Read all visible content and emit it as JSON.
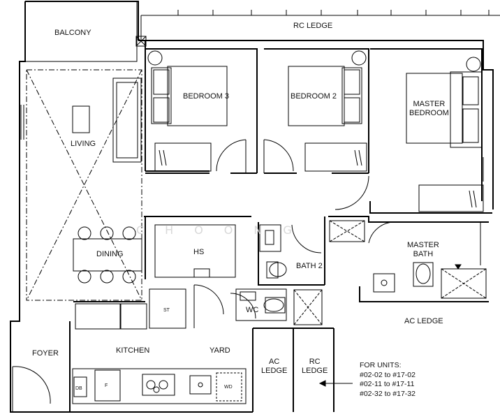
{
  "rooms": {
    "balcony": "BALCONY",
    "rc_ledge_top": "RC LEDGE",
    "bedroom_3": "BEDROOM 3",
    "bedroom_2": "BEDROOM 2",
    "master_bedroom_line1": "MASTER",
    "master_bedroom_line2": "BEDROOM",
    "living": "LIVING",
    "dining": "DINING",
    "hs": "HS",
    "bath_2": "BATH 2",
    "master_bath_line1": "MASTER",
    "master_bath_line2": "BATH",
    "wc": "WC",
    "ac_ledge_right": "AC LEDGE",
    "foyer": "FOYER",
    "kitchen": "KITCHEN",
    "yard": "YARD",
    "ac_ledge_bottom_line1": "AC",
    "ac_ledge_bottom_line2": "LEDGE",
    "rc_ledge_bottom_line1": "RC",
    "rc_ledge_bottom_line2": "LEDGE"
  },
  "fixtures": {
    "st": "ST",
    "db": "DB",
    "f": "F",
    "wd": "WD"
  },
  "units_note": {
    "heading": "FOR UNITS:",
    "line1": "#02-02 to #17-02",
    "line2": "#02-11 to #17-11",
    "line3": "#02-32 to #17-32"
  },
  "watermark": "CHOONG"
}
